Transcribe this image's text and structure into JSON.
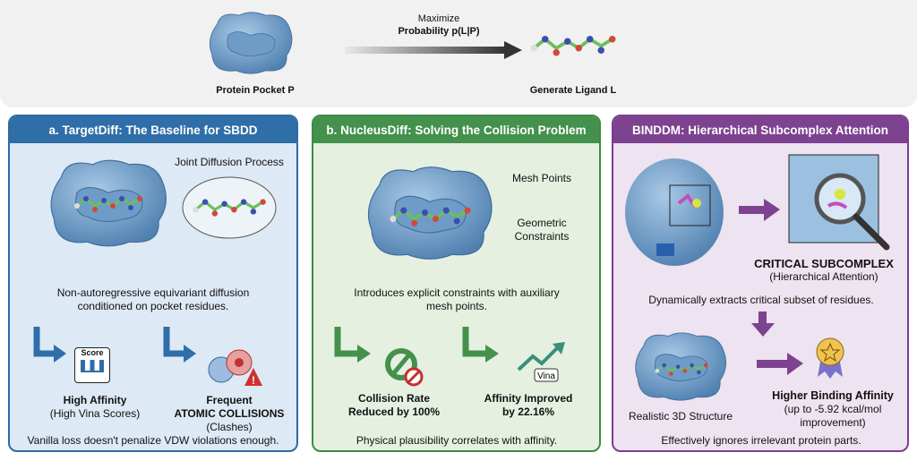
{
  "top": {
    "pocket_label": "Protein Pocket P",
    "objective_line1": "Maximize",
    "objective_line2": "Probability p(L|P)",
    "ligand_label": "Generate Ligand L"
  },
  "panel_a": {
    "title": "a. TargetDiff: The Baseline for SBDD",
    "callout": "Joint Diffusion Process",
    "desc1": "Non-autoregressive equivariant diffusion",
    "desc2": "conditioned on pocket residues.",
    "score_icon_text": "Score",
    "outcome1_title": "High Affinity",
    "outcome1_sub": "(High Vina Scores)",
    "outcome2_line1": "Frequent",
    "outcome2_line2": "ATOMIC COLLISIONS",
    "outcome2_sub": "(Clashes)",
    "footer": "Vanilla loss doesn't penalize VDW violations enough.",
    "color": "#2f6ea8"
  },
  "panel_b": {
    "title": "b. NucleusDiff: Solving the Collision Problem",
    "callout1": "Mesh Points",
    "callout2_line1": "Geometric",
    "callout2_line2": "Constraints",
    "desc1": "Introduces explicit constraints with auxiliary",
    "desc2": "mesh points.",
    "outcome1_line1": "Collision Rate",
    "outcome1_line2": "Reduced by 100%",
    "outcome2_line1": "Affinity Improved",
    "outcome2_line2": "by 22.16%",
    "vina_icon_text": "Vina",
    "footer": "Physical plausibility correlates with affinity.",
    "color": "#43914c"
  },
  "panel_c": {
    "title": "BINDDM: Hierarchical Subcomplex Attention",
    "subcomplex_title": "CRITICAL SUBCOMPLEX",
    "subcomplex_sub": "(Hierarchical Attention)",
    "desc": "Dynamically extracts critical subset of residues.",
    "structure_label": "Realistic 3D Structure",
    "outcome_title": "Higher Binding Affinity",
    "outcome_sub1": "(up to -5.92 kcal/mol",
    "outcome_sub2": "improvement)",
    "footer": "Effectively ignores irrelevant protein parts.",
    "color": "#7d4290"
  }
}
